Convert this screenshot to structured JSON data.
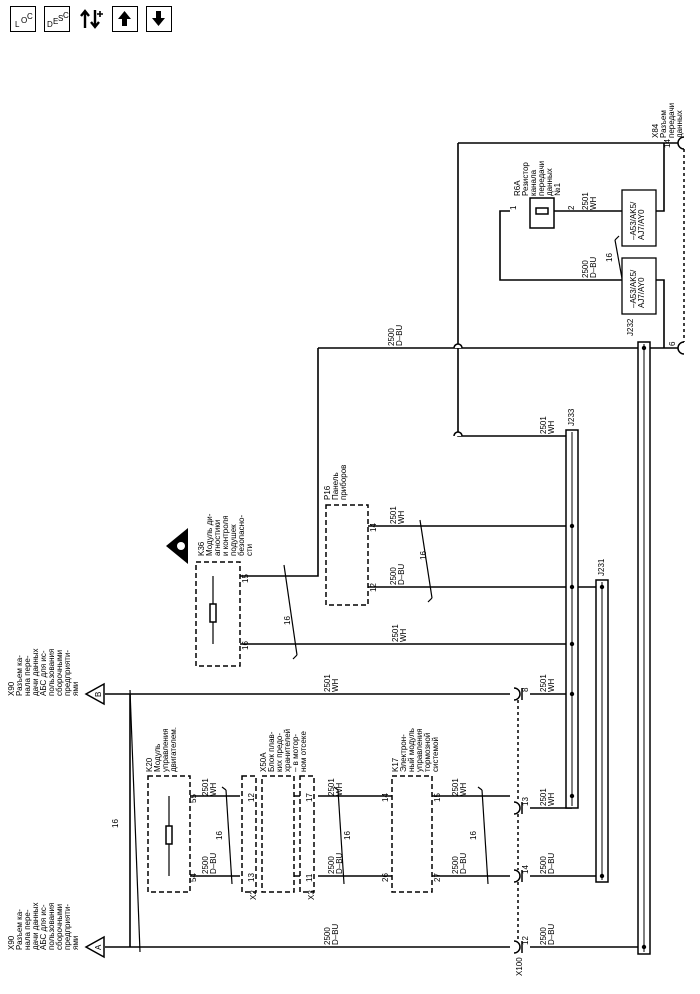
{
  "toolbar": {
    "loc": {
      "letters": [
        "L",
        "O",
        "C"
      ]
    },
    "desc": {
      "letters": [
        "D",
        "E",
        "S",
        "C"
      ]
    },
    "icons": {
      "loc": "loc-icon",
      "desc": "desc-icon",
      "conn": "connector-swap-icon",
      "up": "arrow-up-icon",
      "down": "arrow-down-icon"
    }
  },
  "wires": {
    "wh": [
      "2501",
      "WH"
    ],
    "dbu": [
      "2500",
      "D–BU"
    ]
  },
  "twist": "16",
  "components": {
    "x84": [
      "X84",
      "Разъем",
      "передачи",
      "данных"
    ],
    "r6a": [
      "R6A",
      "Резистор",
      "канала",
      "передачи",
      "данных",
      "№1"
    ],
    "k36": [
      "K36",
      "Модуль ди-",
      "агностики",
      "и контроля",
      "подушек",
      "безопасно-",
      "сти"
    ],
    "p16": [
      "P16",
      "Панель",
      "приборов"
    ],
    "k20": [
      "K20",
      "Модуль",
      "управления",
      "двигателем."
    ],
    "x50a": [
      "X50A",
      "Блок плав-",
      "ких предо-",
      "хранителей",
      "– в мотор-",
      "ном отсеке"
    ],
    "k17": [
      "K17",
      "Электрон-",
      "ный модуль",
      "управления",
      "тормозной",
      "системой"
    ],
    "x90b": [
      "X90",
      "Разъем ка-",
      "нала пере-",
      "дачи данных",
      "АБС для ис-",
      "пользования",
      "сборочными",
      "предприяти-",
      "ями"
    ],
    "x90a": [
      "X90",
      "Разъем ка-",
      "нала пере-",
      "дачи данных",
      "АБС для ис-",
      "пользования",
      "сборочными",
      "предприяти-",
      "ями"
    ]
  },
  "splices": {
    "j232": "J232",
    "j233": "J233",
    "j231": "J231"
  },
  "options": {
    "o1": "–A53/AK5/",
    "o1b": "AJ7/AY0",
    "o2": "–A53/AK5/",
    "o2b": "AJ7/AY0"
  },
  "connectors": {
    "x2": "X2",
    "x3": "X3",
    "x100": "X100",
    "a": "A",
    "b": "B"
  },
  "pins": {
    "x84_14": "14",
    "x84_6": "6",
    "r6a_1": "1",
    "r6a_2": "2",
    "k36_15": "15",
    "k36_16": "16",
    "p16_14": "14",
    "p16_12": "12",
    "k20_55": "55",
    "k20_54": "54",
    "x50_12": "12",
    "x50_13": "13",
    "x50_17": "17",
    "x50_11": "11",
    "k17_14": "14",
    "k17_26": "26",
    "k17_15": "15",
    "k17_27": "27",
    "x100_8": "8",
    "x100_13": "13",
    "x100_14": "14",
    "x100_12": "12"
  }
}
